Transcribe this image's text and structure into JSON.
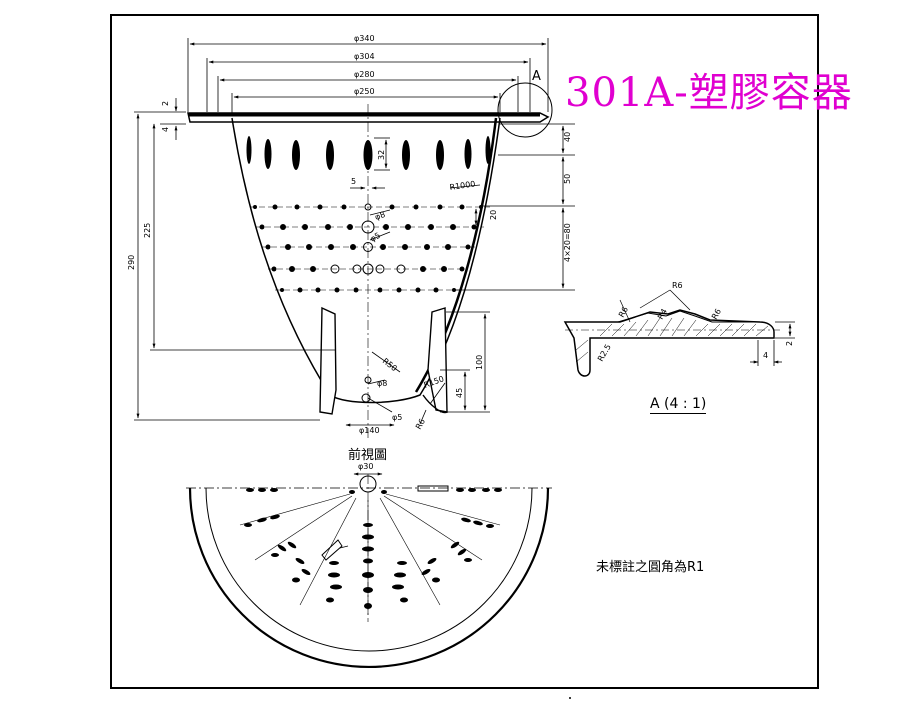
{
  "title": "301A-塑膠容器",
  "view_label": "前視圖",
  "detail_label": "A (4 : 1)",
  "detail_marker": "A",
  "note": "未標註之圓角為R1",
  "dimensions": {
    "d340": "φ340",
    "d304": "φ304",
    "d280": "φ280",
    "d250": "φ250",
    "d140": "φ140",
    "d8_top": "φ8",
    "d5_top": "φ5",
    "d8_bot": "φ8",
    "d5_bot": "φ5",
    "d30": "φ30",
    "h2": "2",
    "h4": "4",
    "h225": "225",
    "h290": "290",
    "h100": "100",
    "h45": "45",
    "v40": "40",
    "v50": "50",
    "v4x20": "4×20=80",
    "v32": "32",
    "v20": "20",
    "w5": "5",
    "r1000": "R1000",
    "r50": "R50",
    "r150": "R150",
    "r6_bot": "R6",
    "det_r6a": "R6",
    "det_r6b": "R6",
    "det_r4": "R4",
    "det_r6c": "R6",
    "det_r25": "R2.5",
    "det_2": "2",
    "det_4": "4"
  },
  "colors": {
    "title": "#e000d0",
    "line": "#000000",
    "background": "#ffffff"
  }
}
